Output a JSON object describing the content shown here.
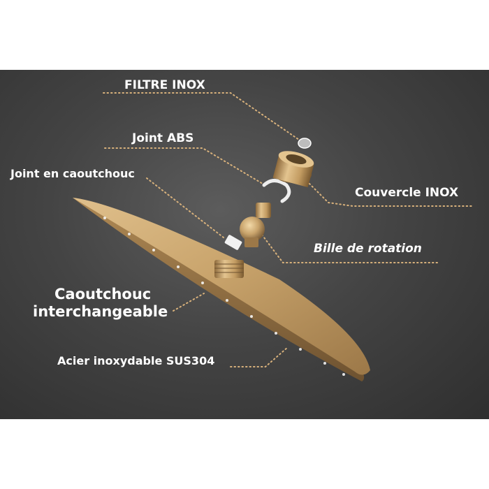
{
  "labels": {
    "filtre_inox": "FILTRE INOX",
    "joint_abs": "Joint ABS",
    "joint_caoutchouc": "Joint en caoutchouc",
    "couvercle_inox": "Couvercle INOX",
    "bille_rotation": "Bille de rotation",
    "caoutchouc_line1": "Caoutchouc",
    "caoutchouc_line2": "interchangeable",
    "acier": "Acier inoxydable SUS304"
  },
  "colors": {
    "gold": "#c9a46c",
    "gold_dark": "#8e6a3c",
    "leader": "#d9b27c",
    "background": "#444444"
  }
}
